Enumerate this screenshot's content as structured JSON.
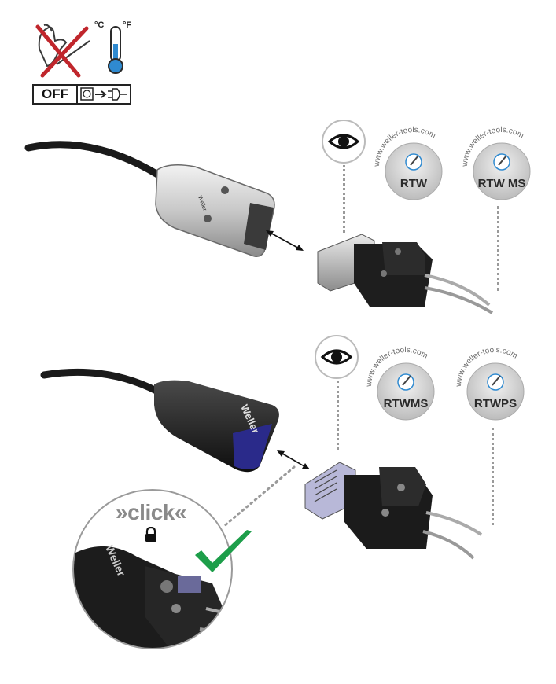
{
  "header": {
    "unit_c": "°C",
    "unit_f": "°F",
    "off_label": "OFF"
  },
  "top_section": {
    "badges": [
      {
        "url": "www.weller-tools.com",
        "model": "RTW"
      },
      {
        "url": "www.weller-tools.com",
        "model": "RTW MS"
      }
    ]
  },
  "bottom_section": {
    "badges": [
      {
        "url": "www.weller-tools.com",
        "model": "RTWMS"
      },
      {
        "url": "www.weller-tools.com",
        "model": "RTWPS"
      }
    ],
    "click_label": "»click«",
    "handle_brand": "Weller"
  },
  "colors": {
    "check_green": "#1d9e4a",
    "thermo_blue": "#2f8ad0",
    "red_cross": "#c0262c",
    "dot_gray": "#9a9a9a"
  },
  "icons": [
    "no-hands-icon",
    "thermometer-icon",
    "off-plug-icon",
    "eye-icon",
    "lock-icon",
    "checkmark-icon",
    "double-arrow-icon"
  ]
}
